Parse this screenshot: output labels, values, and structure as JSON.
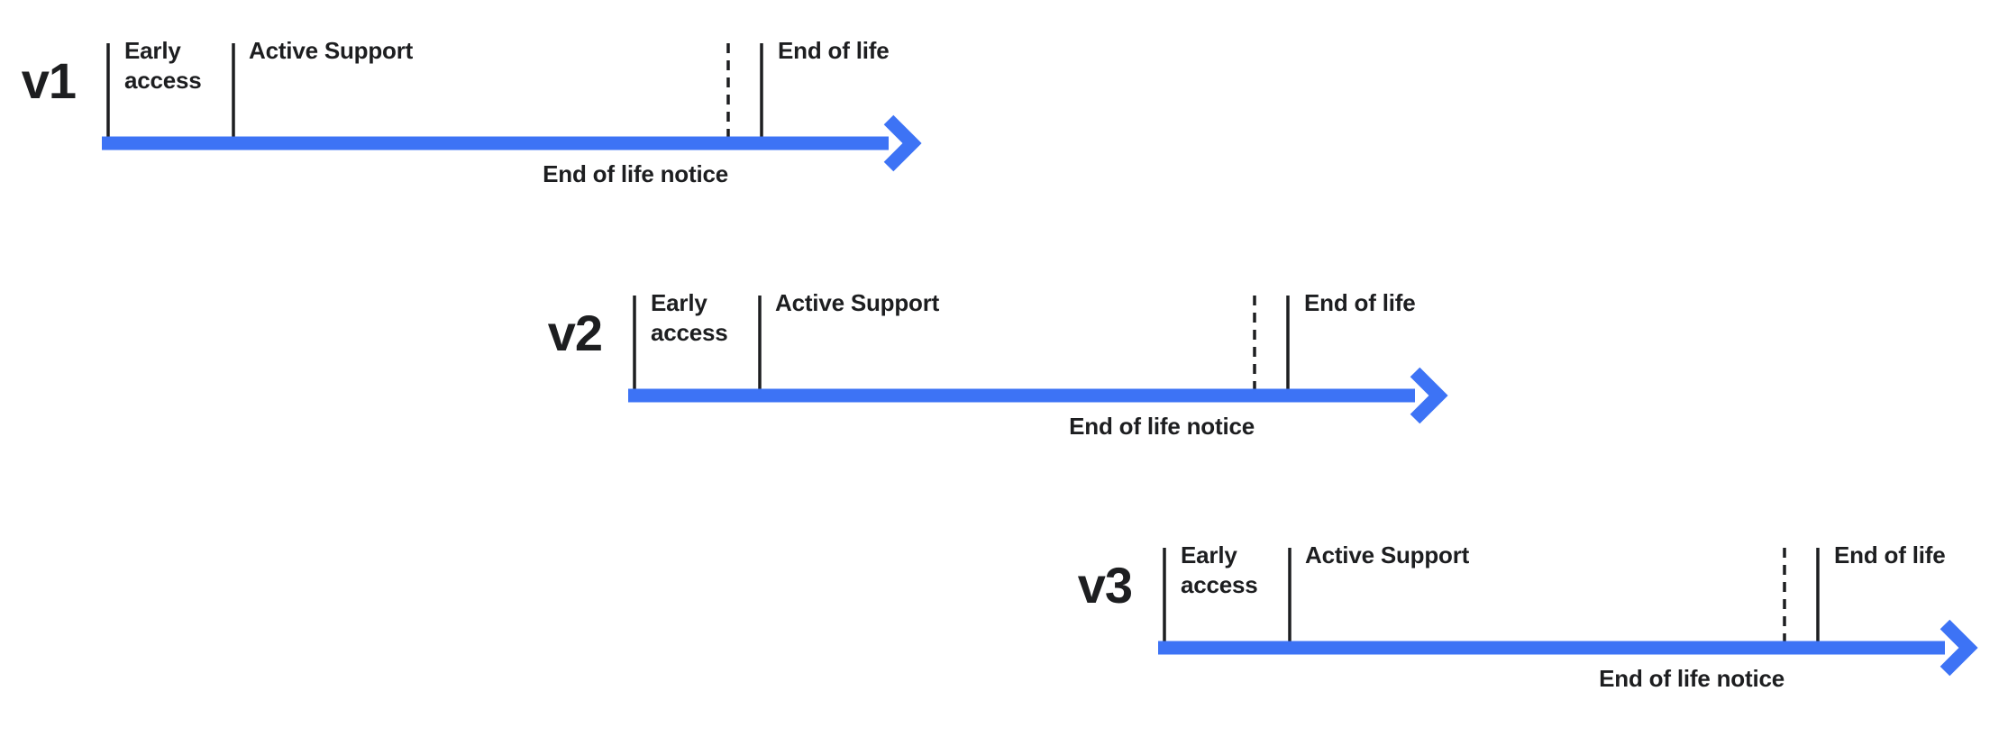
{
  "colors": {
    "accent": "#3D73F5",
    "ink": "#1D1E20",
    "background": "#FFFFFF"
  },
  "diagram": {
    "type": "version-lifecycle-timelines",
    "phase_sequence": [
      "Early access",
      "Active Support",
      "End of life notice",
      "End of life"
    ]
  },
  "rows": [
    {
      "version": "v1",
      "early_access": "Early access",
      "active_support": "Active Support",
      "end_of_life": "End of life",
      "end_of_life_notice": "End of life notice"
    },
    {
      "version": "v2",
      "early_access": "Early access",
      "active_support": "Active Support",
      "end_of_life": "End of life",
      "end_of_life_notice": "End of life notice"
    },
    {
      "version": "v3",
      "early_access": "Early access",
      "active_support": "Active Support",
      "end_of_life": "End of life",
      "end_of_life_notice": "End of life notice"
    }
  ]
}
